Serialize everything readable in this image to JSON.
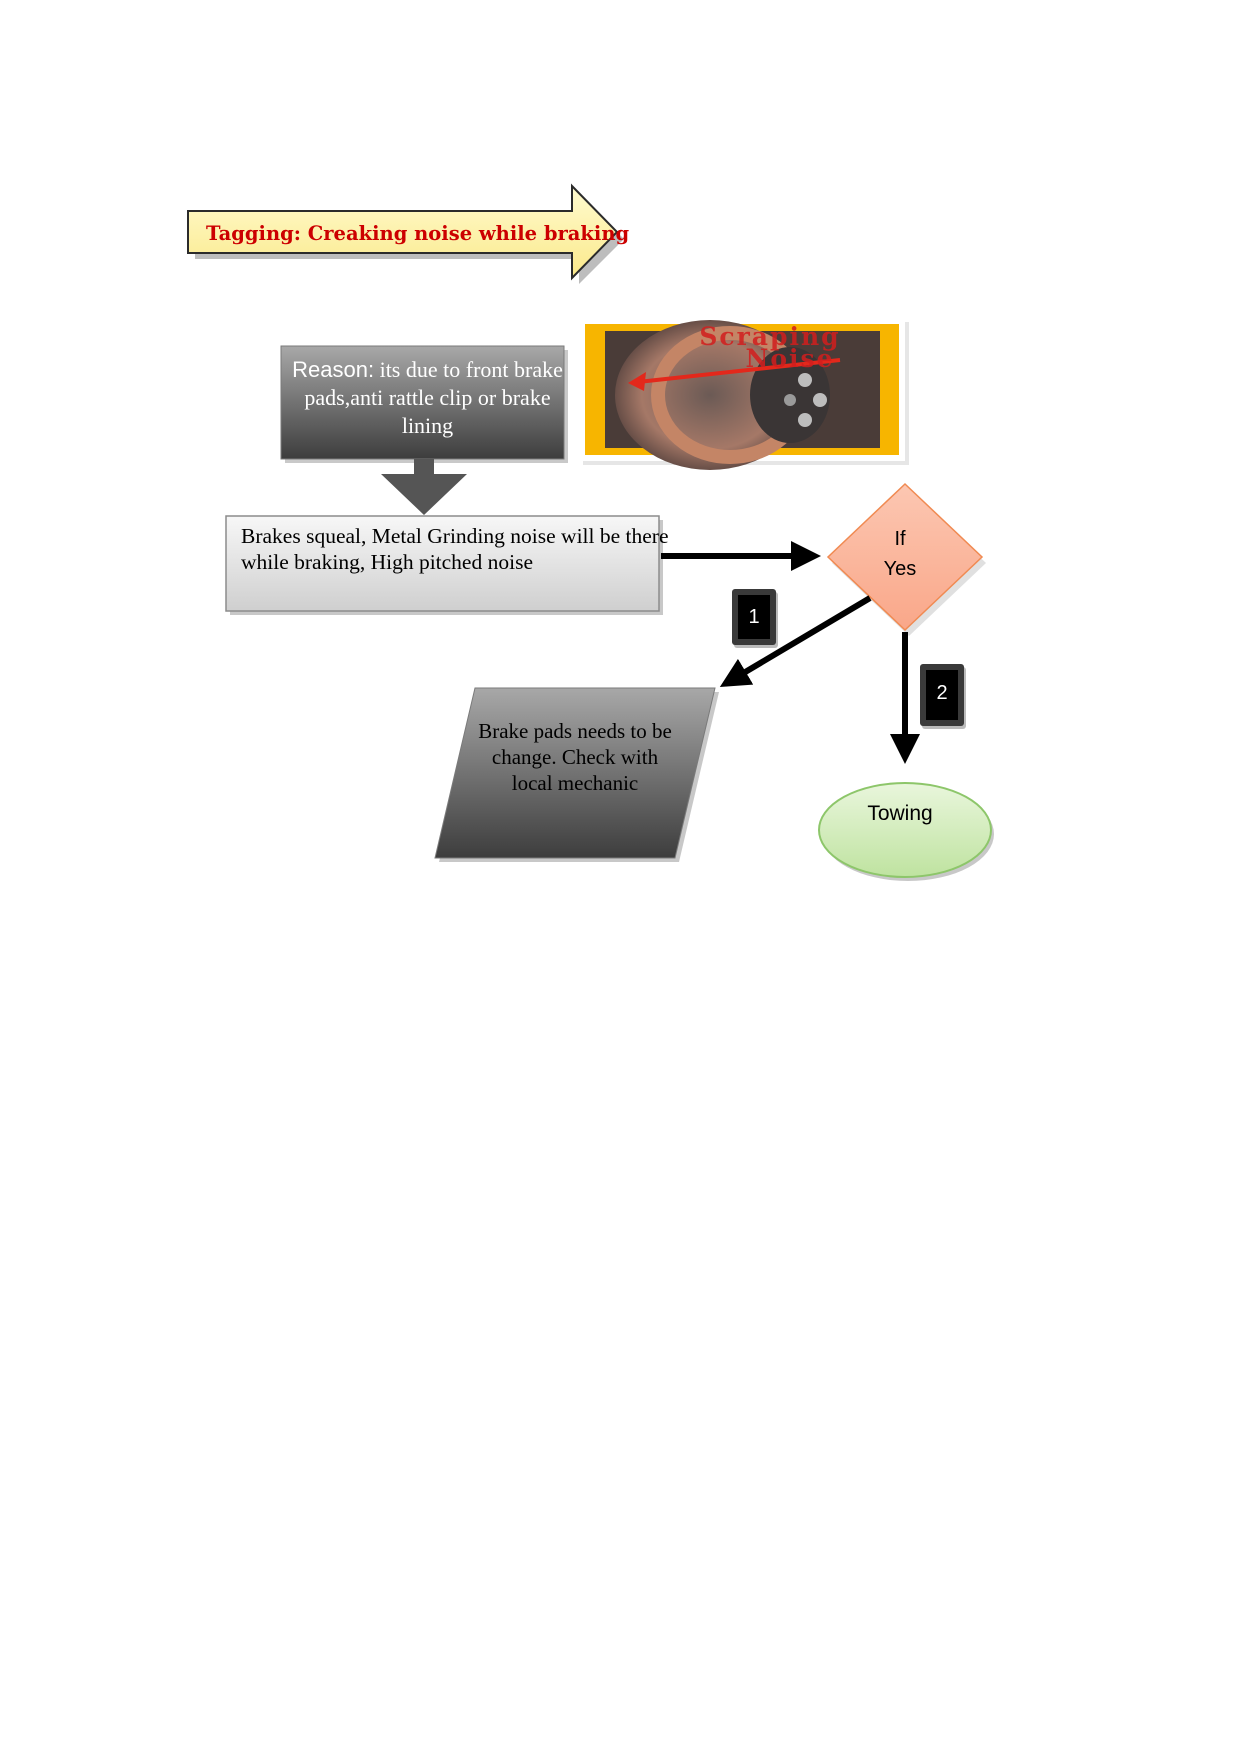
{
  "title_arrow": {
    "label_prefix": "Tagging:",
    "label_text": "Creaking noise while braking"
  },
  "reason_box": {
    "label": "Reason:",
    "text": "its due to front brake pads,anti rattle clip or brake lining"
  },
  "photo": {
    "overlay_line1": "Scraping",
    "overlay_line2": "Noise"
  },
  "symptom_box": {
    "text": "Brakes squeal, Metal Grinding noise will be there while braking, High pitched noise"
  },
  "decision": {
    "line1": "If",
    "line2": "Yes"
  },
  "branches": [
    {
      "number": "1",
      "target": "Brake pads needs to be change. Check with local mechanic"
    },
    {
      "number": "2",
      "target": "Towing"
    }
  ],
  "colors": {
    "title_bg": "#fff5a8",
    "title_text": "#cc0000",
    "decision_fill": "#fbb49c",
    "towing_fill": "#cdeab0",
    "photo_frame": "#f7b500"
  }
}
